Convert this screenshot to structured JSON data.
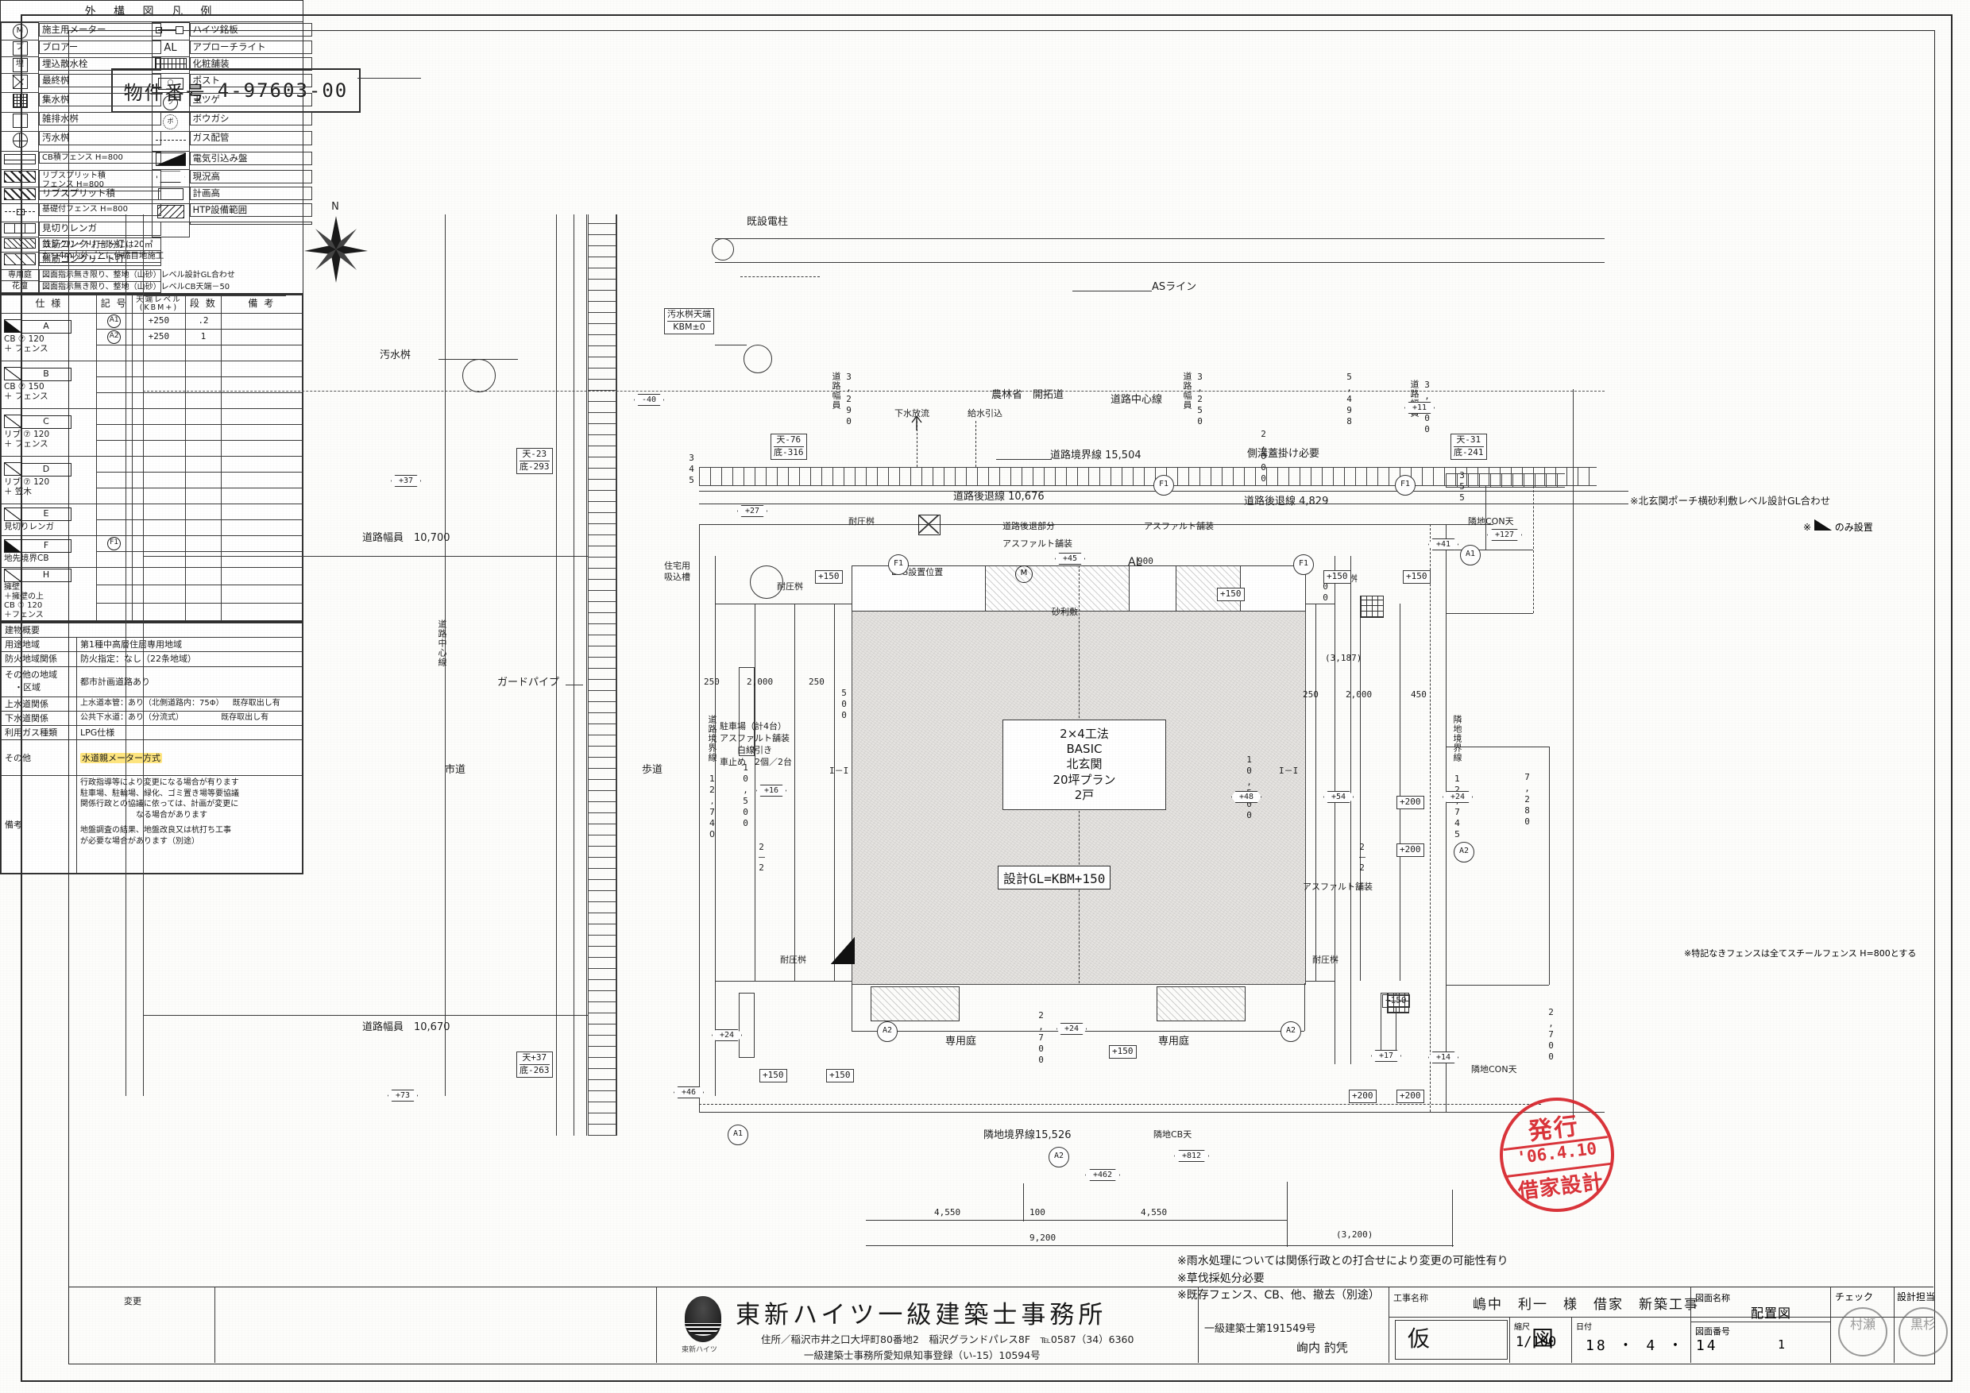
{
  "sheet": {
    "property_no_label": "物件番号",
    "property_no_value": "4-97603-00"
  },
  "legend": {
    "title": "外 構 図 凡 例",
    "rows": [
      {
        "sym_left": "meter-circle-m",
        "label_left": "施主用メーター",
        "sym_right": "nameplate",
        "label_right": "ハイツ銘板"
      },
      {
        "sym_left": "blower-box",
        "label_left": "ブロアー",
        "sym_right": "AL",
        "label_right": "アプローチライト"
      },
      {
        "sym_left": "embedded-hydrant-box",
        "label_left": "埋込散水栓",
        "sym_right": "decorative-paving",
        "label_right": "化粧舗装"
      },
      {
        "sym_left": "final-basin-x",
        "label_left": "最終桝",
        "sym_right": "post-box",
        "label_right": "ポスト"
      },
      {
        "sym_left": "catch-basin-grid",
        "label_left": "集水桝",
        "sym_right": "tamatsuge-circle",
        "label_right": "玉ツゲ"
      },
      {
        "sym_left": "misc-drain-box",
        "label_left": "雑排水桝",
        "sym_right": "bougashi-circle",
        "label_right": "ボウガシ"
      },
      {
        "sym_left": "sewage-basin-circle",
        "label_left": "汚水桝",
        "sym_right": "gas-pipe-line",
        "label_right": "ガス配管"
      },
      {
        "sym_left": "cb-fence",
        "label_left": "CB積フェンス  H=800",
        "sym_right": "electric-panel",
        "label_right": "電気引込み盤"
      },
      {
        "sym_left": "rib-split-fence",
        "label_left": "リブスプリット積\nフェンス H=800",
        "sym_right": "existing-height-diamond",
        "label_right": "現況高"
      },
      {
        "sym_left": "rib-split",
        "label_left": "リブスプリット積",
        "sym_right": "planned-height-rect",
        "label_right": "計画高"
      },
      {
        "sym_left": "foundation-fence",
        "label_left": "基礎付フェンス  H=800",
        "sym_right": "htp-hatch",
        "label_right": "HTP設備範囲"
      },
      {
        "sym_left": "edging-brick",
        "label_left": "見切りレンガ",
        "sym_right": "",
        "label_right": ""
      },
      {
        "sym_left": "reinforced-concrete",
        "label_left": "鉄筋コンクリート打",
        "sym_right": "",
        "label_right": "コンクリート打部分には20㎡"
      },
      {
        "sym_left": "plain-concrete",
        "label_left": "無筋コンクリート打",
        "sym_right": "",
        "label_right": "かつ4m内外ごとに伸縮目地施工"
      },
      {
        "sym_left": "private-garden",
        "label_left": "図面指示無き限り、整地（山砂）レベル設計GL合わせ",
        "sym_right": "",
        "label_right": ""
      },
      {
        "sym_left": "flower-bed",
        "label_left": "図面指示無き限り、整地（山砂）レベルCB天端－50",
        "sym_right": "",
        "label_right": ""
      }
    ],
    "note_gl": "※北玄関ポーチ横砂利敷レベル設計GL合わせ",
    "note_only": "※　　　のみ設置",
    "private_garden_key": "専用庭",
    "flower_bed_key": "花壇"
  },
  "spec_table": {
    "headers": [
      "仕 様",
      "記 号",
      "天端レベル\n(KBM+)",
      "段 数",
      "備 考"
    ],
    "header_spec": "仕 様",
    "header_kigo": "記 号",
    "header_level": "天端レベル",
    "header_level2": "(KBM+)",
    "header_dan": "段 数",
    "header_biko": "備 考",
    "groups": [
      {
        "code": "A",
        "spec": "CB ⑦ 120\n＋ フェンス",
        "spec_l1": "CB ⑦ 120",
        "spec_l2": "＋ フェンス",
        "filled": true,
        "rows": [
          {
            "kigo": "A1",
            "level": "+250",
            "dan": ".2",
            "biko": ""
          },
          {
            "kigo": "A2",
            "level": "+250",
            "dan": "1",
            "biko": ""
          },
          {
            "kigo": "",
            "level": "",
            "dan": "",
            "biko": ""
          }
        ]
      },
      {
        "code": "B",
        "spec_l1": "CB ⑦ 150",
        "spec_l2": "＋ フェンス",
        "filled": false,
        "rows": [
          {
            "kigo": "",
            "level": "",
            "dan": "",
            "biko": ""
          },
          {
            "kigo": "",
            "level": "",
            "dan": "",
            "biko": ""
          },
          {
            "kigo": "",
            "level": "",
            "dan": "",
            "biko": ""
          }
        ]
      },
      {
        "code": "C",
        "spec_l1": "リブ ⑦ 120",
        "spec_l2": "＋ フェンス",
        "filled": false,
        "rows": [
          {
            "kigo": "",
            "level": "",
            "dan": "",
            "biko": ""
          },
          {
            "kigo": "",
            "level": "",
            "dan": "",
            "biko": ""
          },
          {
            "kigo": "",
            "level": "",
            "dan": "",
            "biko": ""
          }
        ]
      },
      {
        "code": "D",
        "spec_l1": "リブ ⑦ 120",
        "spec_l2": "＋ 笠木",
        "filled": false,
        "rows": [
          {
            "kigo": "",
            "level": "",
            "dan": "",
            "biko": ""
          },
          {
            "kigo": "",
            "level": "",
            "dan": "",
            "biko": ""
          },
          {
            "kigo": "",
            "level": "",
            "dan": "",
            "biko": ""
          }
        ]
      },
      {
        "code": "E",
        "spec_l1": "見切りレンガ",
        "spec_l2": "",
        "filled": false,
        "rows": [
          {
            "kigo": "",
            "level": "",
            "dan": "",
            "biko": ""
          },
          {
            "kigo": "",
            "level": "",
            "dan": "",
            "biko": ""
          }
        ]
      },
      {
        "code": "F",
        "spec_l1": "地先境界CB",
        "spec_l2": "",
        "filled": true,
        "rows": [
          {
            "kigo": "F1",
            "level": "",
            "dan": "",
            "biko": ""
          },
          {
            "kigo": "",
            "level": "",
            "dan": "",
            "biko": ""
          }
        ]
      },
      {
        "code": "H",
        "spec_l1": "擁壁",
        "spec_l2": "＋擁壁の上",
        "spec_l3": "  CB ⑦ 120",
        "spec_l4": "＋フェンス",
        "filled": false,
        "rows": [
          {
            "kigo": "",
            "level": "",
            "dan": "",
            "biko": ""
          },
          {
            "kigo": "",
            "level": "",
            "dan": "",
            "biko": ""
          },
          {
            "kigo": "",
            "level": "",
            "dan": "",
            "biko": ""
          }
        ]
      }
    ],
    "footnote": "※特記なきフェンスは全てスチールフェンス H=800とする"
  },
  "building_outline": {
    "title": "建物概要",
    "rows": [
      {
        "key": "用途地域",
        "value": "第1種中高層住居専用地域",
        "value2": ""
      },
      {
        "key": "防火地域関係",
        "value": "防火指定：なし（22条地域）",
        "value2": ""
      },
      {
        "key": "その他の地域\n・区域",
        "key_l1": "その他の地域",
        "key_l2": "・区域",
        "value": "都市計画道路あり",
        "value2": ""
      },
      {
        "key": "上水道関係",
        "value": "上水道本管：あり（北側道路内：75Φ）",
        "value2": "既存取出し有"
      },
      {
        "key": "下水道関係",
        "value": "公共下水道：あり（分流式）",
        "value2": "既存取出し有"
      },
      {
        "key": "利用ガス種類",
        "value": "LPG仕様",
        "value2": ""
      },
      {
        "key": "その他",
        "value": "水道親メーター方式",
        "value2": "",
        "highlight": true
      }
    ],
    "biko_key": "備考",
    "biko_lines": [
      "行政指導等により変更になる場合が有ります",
      "駐車場、駐輪場、緑化、ゴミ置き場等要協議",
      "関係行政との協議に依っては、計画が変更に",
      "　　　　　　　なる場合があります",
      "地盤調査の結果、地盤改良又は杭打ち工事",
      "が必要な場合があります（別途）"
    ]
  },
  "title_block": {
    "change_label": "変更",
    "company_name": "東新ハイツ一級建築士事務所",
    "company_addr": "住所／稲沢市井之口大坪町80番地2　稲沢グランドパレス8F　℡0587（34）6360",
    "company_reg": "一級建築士事務所愛知県知事登録（い-15）10594号",
    "logo_caption": "東新ハイツ",
    "architect_no": "一級建築士第191549号",
    "architect_name": "峋内 䪨凭",
    "work_name_label": "工事名称",
    "work_name": "嶋中　利一　様　借家　新築工事",
    "kari_zu": "仮　　図",
    "scale_label": "縮尺",
    "scale_value": "1/100",
    "date_label": "日付",
    "date_value": "18 ・ 4 ・ 14",
    "drawing_name_label": "図面名称",
    "drawing_name": "配置図",
    "drawing_no_label": "図面番号",
    "drawing_no": "1",
    "check_label": "チェック",
    "check_stamp": "村瀬",
    "designer_label": "設計担当",
    "designer_stamp": "黒杉"
  },
  "stamp": {
    "line1": "発行",
    "line2": "'06.4.10",
    "line3": "借家設計"
  },
  "plan": {
    "building_label_lines": [
      "2×4工法",
      "BASIC",
      "北玄関",
      "20坪プラン",
      "2戸"
    ],
    "gl_box": "設計GL=KBM+150",
    "labels": {
      "compass_n": "N",
      "existing_pole": "既設電柱",
      "as_line": "ASライン",
      "sewage_basin_top": "汚水桝天端",
      "kbm0": "KBM±0",
      "sewage_basin": "汚水桝",
      "road_width_10700": "道路幅員　10,700",
      "road_width_10670": "道路幅員　10,670",
      "guard_pipe": "ガードパイプ",
      "city_road": "市道",
      "road_center_v": "道路中心線",
      "sidewalk": "歩道",
      "road_center_h": "道路中心線",
      "noringsho": "農林省　開拓道",
      "sewer_discharge": "下水放流",
      "water_supply": "給水引込",
      "road_boundary_15504": "道路境界線 15,504",
      "road_setback_10676": "道路後退線 10,676",
      "road_setback_part": "道路後退部分",
      "asphalt_paving_setback": "アスファルト舗装",
      "asphalt_paving_r": "アスファルト舗装",
      "asphalt_paving_r2": "アスファルト舗装",
      "road_setback_4829": "道路後退線 4,829",
      "side_ditch_note": "側溝蓋掛け必要",
      "pressure_basin": "耐圧桝",
      "pressure_basin2": "耐圧桝",
      "pressure_basin3": "耐圧桝",
      "lpg_position": "LPG設置位置",
      "gravel": "砂利敷",
      "residential_absorb": "住宅用\n吸込槽",
      "residential_absorb_l1": "住宅用",
      "residential_absorb_l2": "吸込槽",
      "parking_l1": "駐車場（計4台）",
      "parking_l2": "アスファルト舗装",
      "parking_l3": "白線引き",
      "parking_l4": "車止め　2個／2台",
      "private_garden_1": "専用庭",
      "private_garden_2": "専用庭",
      "neighbor_boundary_15526": "隣地境界線15,526",
      "neighbor_cb_top": "隣地CB天",
      "neighbor_con_top": "隣地CON天",
      "neighbor_con_top2": "隣地CON天",
      "al": "AL",
      "m_meter": "M",
      "road_bnd_v_12740": "道路境界線 12,740",
      "neighbor_bnd_v_12745": "隣地境界線 12,745",
      "i_i": "I－I",
      "i_i_2": "I－I",
      "two_two": "2－2",
      "two_two_2": "2－2"
    },
    "dimensions": {
      "d_3290": "3,290",
      "d_3250": "3,250",
      "d_5498": "5,498",
      "d_3300": "3,300",
      "d_345": "345",
      "d_2000": "2,000",
      "d_2000b": "2,000",
      "d_2000c": "2,000",
      "d_355": "355",
      "d_250a": "250",
      "d_250b": "250",
      "d_450": "450",
      "d_500": "500",
      "d_900": "900",
      "d_900b": "900",
      "d_10500": "10,500",
      "d_10500b": "10,500",
      "d_12740": "12,740",
      "d_12745": "12,745",
      "d_7280": "7,280",
      "d_2700": "2,700",
      "d_2700b": "2,700",
      "d_3187": "(3,187)",
      "d_4550a": "4,550",
      "d_100": "100",
      "d_4550b": "4,550",
      "d_9200": "9,200",
      "d_3200": "(3,200)"
    },
    "levels": [
      {
        "id": "lv-40",
        "text": "-40"
      },
      {
        "id": "lv+37",
        "text": "+37"
      },
      {
        "id": "lv+73",
        "text": "+73"
      },
      {
        "id": "lv+27",
        "text": "+27"
      },
      {
        "id": "lv+11",
        "text": "+11"
      },
      {
        "id": "lv+45",
        "text": "+45"
      },
      {
        "id": "lv+41",
        "text": "+41"
      },
      {
        "id": "lv+127",
        "text": "+127"
      },
      {
        "id": "lv+48",
        "text": "+48"
      },
      {
        "id": "lv+54",
        "text": "+54"
      },
      {
        "id": "lv+24r",
        "text": "+24"
      },
      {
        "id": "lv+16",
        "text": "+16"
      },
      {
        "id": "lv+24l",
        "text": "+24"
      },
      {
        "id": "lv+46",
        "text": "+46"
      },
      {
        "id": "lv+24c",
        "text": "+24"
      },
      {
        "id": "lv+17",
        "text": "+17"
      },
      {
        "id": "lv+812",
        "text": "+812"
      },
      {
        "id": "lv+462",
        "text": "+462"
      },
      {
        "id": "lv+14",
        "text": "+14"
      }
    ],
    "level_boxes": [
      {
        "id": "b1",
        "text": "天-23"
      },
      {
        "id": "b2",
        "text": "底-293"
      },
      {
        "id": "b3",
        "text": "天-76"
      },
      {
        "id": "b4",
        "text": "底-316"
      },
      {
        "id": "b5",
        "text": "天-31"
      },
      {
        "id": "b6",
        "text": "底-241"
      },
      {
        "id": "b7",
        "text": "天+37"
      },
      {
        "id": "b8",
        "text": "底-263"
      }
    ],
    "plus_boxes": [
      "+150",
      "+150",
      "+150",
      "+150",
      "+150",
      "+150",
      "+150",
      "+150",
      "+200",
      "+200",
      "+200",
      "+200"
    ],
    "circles": [
      "F1",
      "F1",
      "F1",
      "F1",
      "A1",
      "A1",
      "A2",
      "A2",
      "A2",
      "A2"
    ],
    "notes": [
      "※雨水処理については関係行政との打合せにより変更の可能性有り",
      "※草伐採処分必要",
      "※既存フェンス、CB、他、撤去（別途）"
    ]
  }
}
